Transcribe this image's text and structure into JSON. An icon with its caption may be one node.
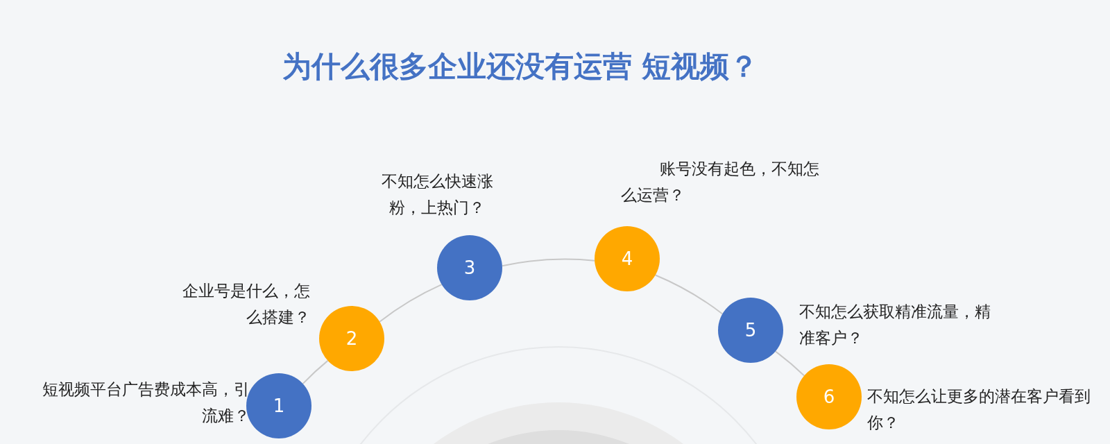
{
  "diagram": {
    "title": "为什么很多企业还没有运营 短视频？",
    "nodes": [
      {
        "text": [
          "1"
        ],
        "beside": [
          "短视频平台广告费成本高，引流难？"
        ]
      },
      {
        "text": [
          "2"
        ],
        "beside": [
          "企业号是什么，怎么搭建？"
        ]
      },
      {
        "text": [
          "3"
        ],
        "beside": [
          "不知怎么快速涨粉，上热门？"
        ]
      },
      {
        "text": [
          "4"
        ],
        "beside": [
          "账号没有起色，不知怎么运营？"
        ]
      },
      {
        "text": [
          "5"
        ],
        "beside": [
          "不知怎么获取精准流量，精准客户？"
        ]
      },
      {
        "text": [
          "6"
        ],
        "beside": [
          "不知怎么让更多的潜在客户看到你？"
        ]
      }
    ],
    "edges": [
      {
        "from": 0,
        "to": 1,
        "arrow": "none"
      },
      {
        "from": 1,
        "to": 2,
        "arrow": "none"
      },
      {
        "from": 2,
        "to": 3,
        "arrow": "none"
      },
      {
        "from": 3,
        "to": 4,
        "arrow": "none"
      },
      {
        "from": 4,
        "to": 5,
        "arrow": "none"
      }
    ]
  }
}
